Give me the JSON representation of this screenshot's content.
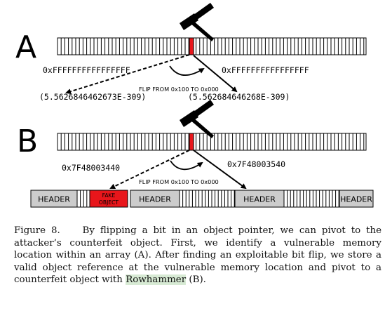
{
  "panel_a": {
    "letter": "A",
    "left_addr": "0xFFFFFFFFFFFFFFFF",
    "right_addr": "0xFFFFFFFFFFFFFFFF",
    "flip_text": "FLIP FROM 0x100 TO 0x000",
    "left_double": "(5.5626846462673E-309)",
    "right_double": "(5.562684646268E-309)"
  },
  "panel_b": {
    "letter": "B",
    "left_addr": "0x7F48003440",
    "right_addr": "0x7F48003540",
    "flip_text": "FLIP FROM 0x100 TO 0x000",
    "objects": {
      "header_1": "HEADER",
      "fake_line1": "FAKE",
      "fake_line2": "OBJECT",
      "header_2": "HEADER",
      "header_3": "HEADER",
      "header_4": "HEADER"
    }
  },
  "caption": {
    "label": "Figure 8.",
    "text_before": "By flipping a bit in an object pointer, we can pivot to the attacker’s counterfeit object. First, we identify a vulnerable memory location within an array (A). After finding an exploitable bit flip, we store a valid object reference at the vulnerable memory location and pivot to a counterfeit object with",
    "highlight": "Rowhammer",
    "text_after": "(B)."
  },
  "colors": {
    "flip_bit": "#e8161b",
    "header_fill": "#cccccc"
  }
}
